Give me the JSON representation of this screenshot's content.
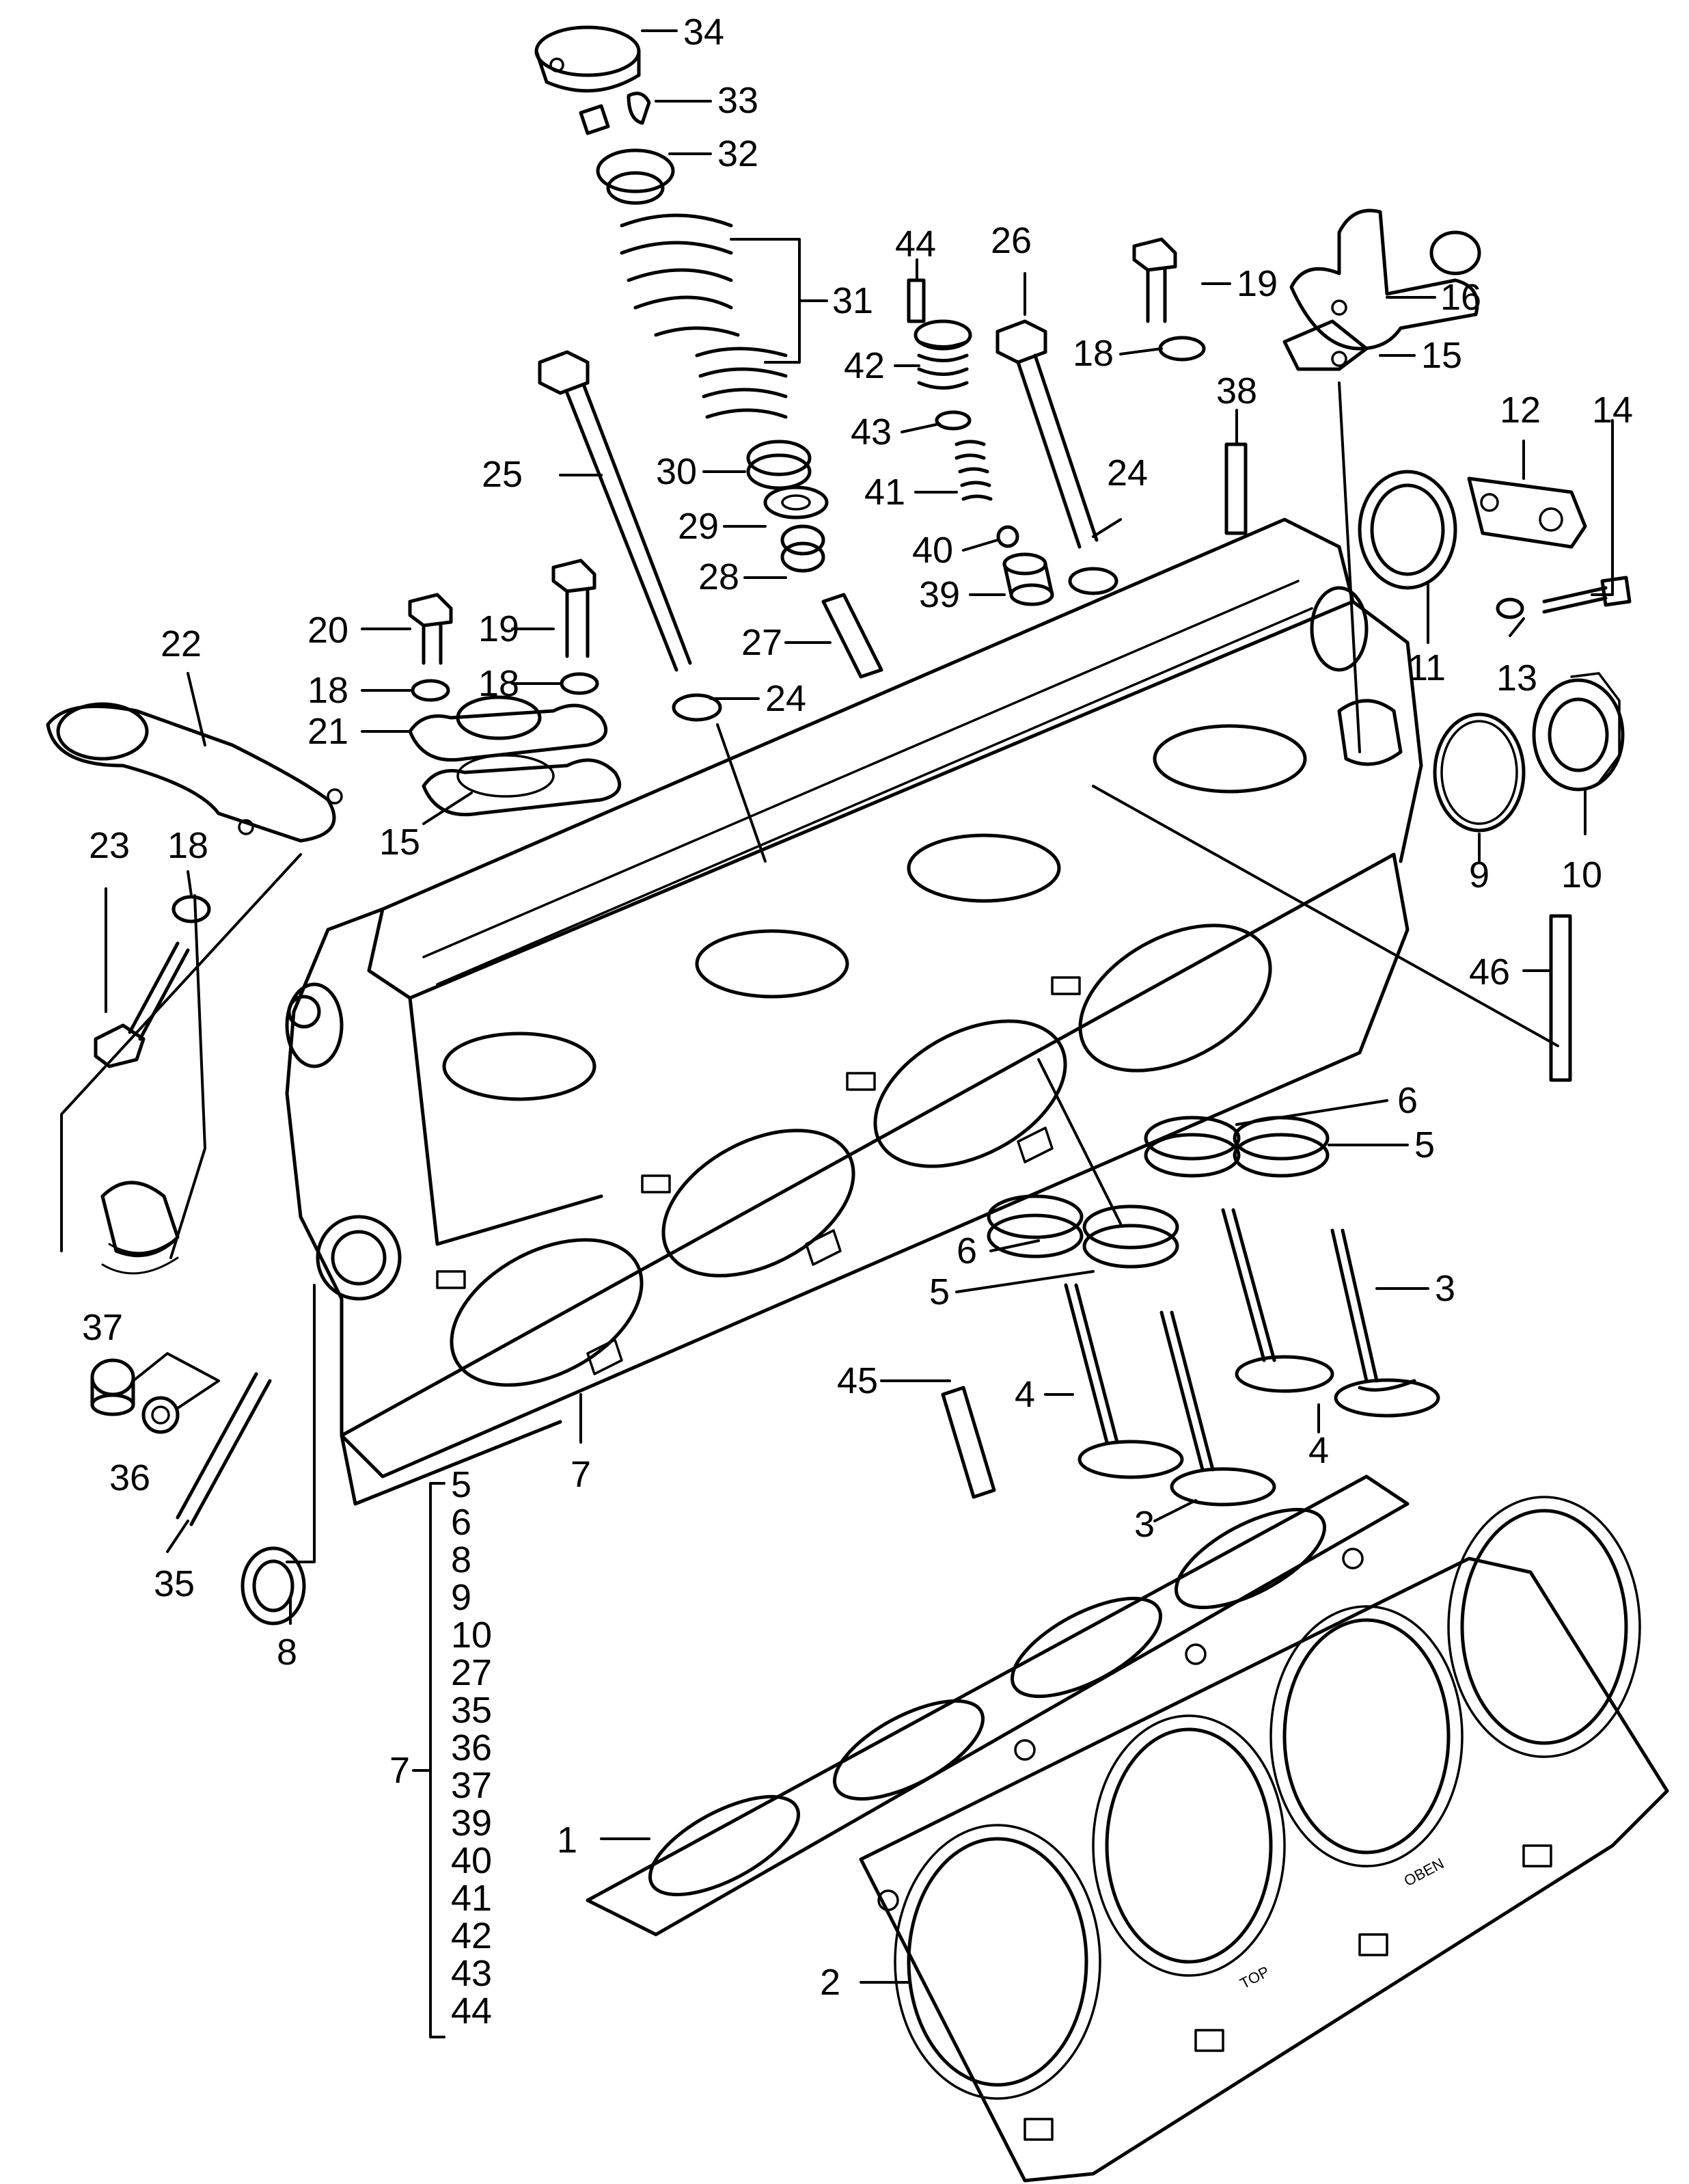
{
  "callouts": {
    "c1": "1",
    "c2": "2",
    "c3a": "3",
    "c3b": "3",
    "c4a": "4",
    "c4b": "4",
    "c5a": "5",
    "c5b": "5",
    "c6a": "6",
    "c6b": "6",
    "c7": "7",
    "c8": "8",
    "c9": "9",
    "c10": "10",
    "c11": "11",
    "c12": "12",
    "c13": "13",
    "c14": "14",
    "c15a": "15",
    "c15b": "15",
    "c16": "16",
    "c18a": "18",
    "c18b": "18",
    "c18c": "18",
    "c18d": "18",
    "c19a": "19",
    "c19b": "19",
    "c20": "20",
    "c21": "21",
    "c22": "22",
    "c23": "23",
    "c24a": "24",
    "c24b": "24",
    "c25": "25",
    "c26": "26",
    "c27": "27",
    "c28": "28",
    "c29": "29",
    "c30": "30",
    "c31": "31",
    "c32": "32",
    "c33": "33",
    "c34": "34",
    "c35": "35",
    "c36": "36",
    "c37": "37",
    "c38": "38",
    "c39": "39",
    "c40": "40",
    "c41": "41",
    "c42": "42",
    "c43": "43",
    "c44": "44",
    "c45": "45",
    "c46": "46"
  },
  "kit": {
    "parent": "7",
    "items": [
      "5",
      "6",
      "8",
      "9",
      "10",
      "27",
      "35",
      "36",
      "37",
      "39",
      "40",
      "41",
      "42",
      "43",
      "44"
    ]
  },
  "gasket_marks": {
    "top": "TOP",
    "oben": "OBEN"
  }
}
